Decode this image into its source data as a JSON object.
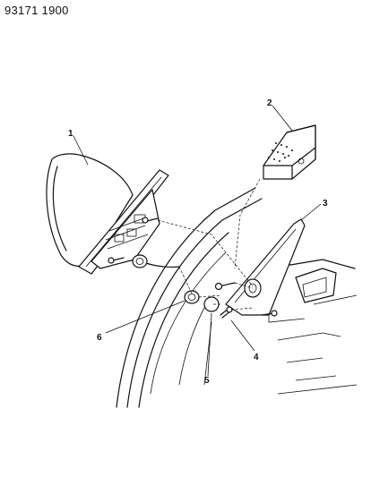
{
  "header": {
    "doc_number": "93171 1900"
  },
  "callouts": [
    {
      "id": "1",
      "label": "1"
    },
    {
      "id": "2",
      "label": "2"
    },
    {
      "id": "3",
      "label": "3"
    },
    {
      "id": "4",
      "label": "4"
    },
    {
      "id": "5",
      "label": "5"
    },
    {
      "id": "6",
      "label": "6"
    }
  ],
  "parts": [
    {
      "id": "1",
      "name": "mirror-assembly-icon"
    },
    {
      "id": "2",
      "name": "control-module-icon"
    },
    {
      "id": "3",
      "name": "mounting-bracket-icon"
    },
    {
      "id": "4",
      "name": "screw-icon"
    },
    {
      "id": "5",
      "name": "plug-icon"
    },
    {
      "id": "6",
      "name": "grommet-icon"
    }
  ]
}
